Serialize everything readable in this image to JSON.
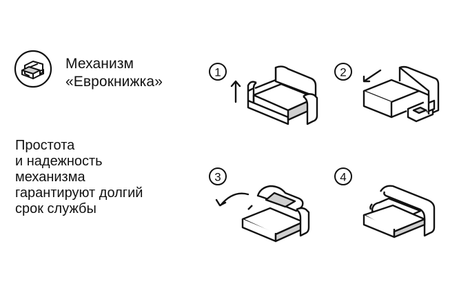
{
  "header": {
    "logo_icon": "sofa-icon",
    "title_lines": [
      "Механизм",
      "«Еврокнижка»"
    ]
  },
  "description_lines": [
    "Простота",
    "и надежность",
    "механизма",
    "гарантируют долгий",
    "срок службы"
  ],
  "steps": [
    {
      "number": "1",
      "arrow": "arrow-up-icon"
    },
    {
      "number": "2",
      "arrow": "arrow-down-left-icon"
    },
    {
      "number": "3",
      "arrow": "curved-arrow-icon"
    },
    {
      "number": "4",
      "arrow": ""
    }
  ],
  "colors": {
    "ink": "#111111",
    "seat_fill": "#cfcfcf",
    "background": "#ffffff"
  }
}
